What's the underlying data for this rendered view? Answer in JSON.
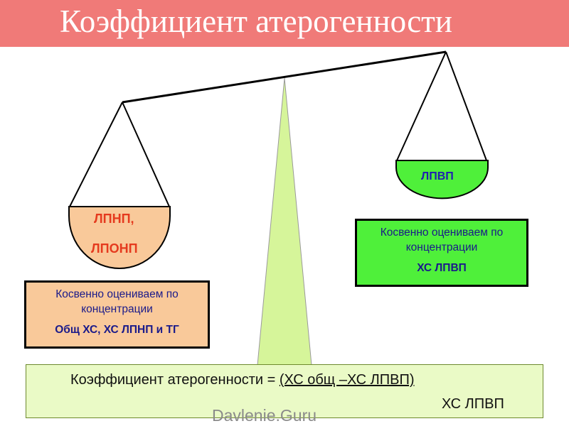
{
  "title": "Коэффициент атерогенности",
  "left_pan": {
    "line1": "ЛПНП,",
    "line2": "ЛПОНП"
  },
  "right_pan": {
    "label": "ЛПВП"
  },
  "left_box": {
    "desc": "Косвенно оцениваем по концентрации",
    "bold": "Общ ХС, ХС ЛПНП и ТГ"
  },
  "right_box": {
    "desc": "Косвенно оцениваем по концентрации",
    "bold": "ХС ЛПВП"
  },
  "formula": {
    "lhs": "Коэффициент атерогенности = ",
    "numerator": "(ХС общ –ХС ЛПВП)",
    "denominator": "ХС ЛПВП"
  },
  "watermark": "Davlenie.Guru",
  "colors": {
    "title_bar": "#f07a78",
    "left_pan": "#f9c99a",
    "right_pan": "#4ff03a",
    "stand": "#d6f59a",
    "formula_bg": "#eafac6"
  }
}
